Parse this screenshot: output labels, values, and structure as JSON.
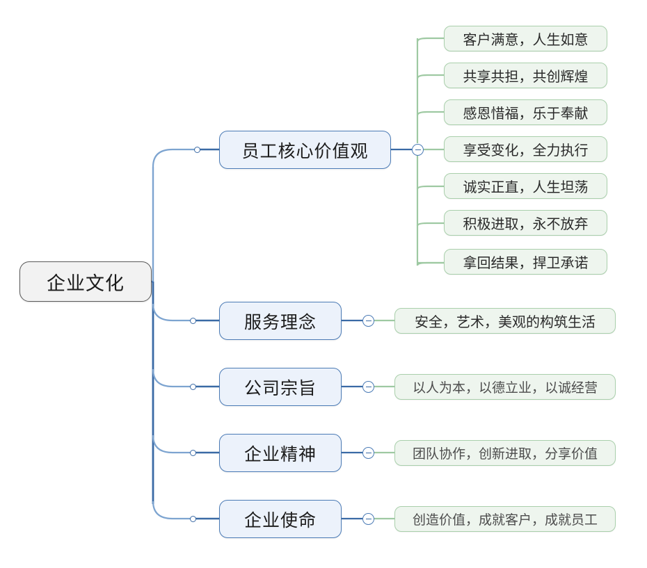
{
  "diagram": {
    "type": "mind-map",
    "title": "企业文化",
    "colors": {
      "root_fill": "#f2f2f2",
      "root_border": "#5a5a5a",
      "branch_fill": "#ecf2fb",
      "branch_border": "#4a7ab5",
      "leaf_fill": "#eef5ee",
      "leaf_border": "#a9cfab",
      "edge_blue": "#4a7ab5",
      "edge_green": "#9ec9a2"
    },
    "root": {
      "label": "企业文化"
    },
    "branches": [
      {
        "label": "员工核心价值观",
        "toggle": "collapse-minus",
        "children": [
          {
            "label": "客户满意，人生如意"
          },
          {
            "label": "共享共担，共创辉煌"
          },
          {
            "label": "感恩惜福，乐于奉献"
          },
          {
            "label": "享受变化，全力执行"
          },
          {
            "label": "诚实正直，人生坦荡"
          },
          {
            "label": "积极进取，永不放弃"
          },
          {
            "label": "拿回结果，捍卫承诺"
          }
        ]
      },
      {
        "label": "服务理念",
        "toggle": "collapse-minus",
        "children": [
          {
            "label": "安全，艺术，美观的构筑生活"
          }
        ]
      },
      {
        "label": "公司宗旨",
        "toggle": "collapse-minus",
        "children": [
          {
            "label": "以人为本，以德立业，以诚经营"
          }
        ]
      },
      {
        "label": "企业精神",
        "toggle": "collapse-minus",
        "children": [
          {
            "label": "团队协作，创新进取，分享价值"
          }
        ]
      },
      {
        "label": "企业使命",
        "toggle": "collapse-minus",
        "children": [
          {
            "label": "创造价值，成就客户，成就员工"
          }
        ]
      }
    ]
  }
}
